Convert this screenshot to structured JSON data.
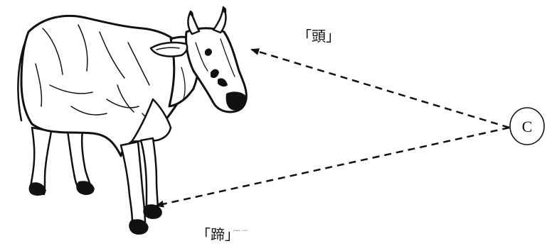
{
  "labels": {
    "head": "「頭」",
    "hoof": "「蹄」",
    "circle": "C"
  },
  "watermark": "www.t…l.com",
  "colors": {
    "ink": "#111111",
    "background": "#ffffff"
  }
}
